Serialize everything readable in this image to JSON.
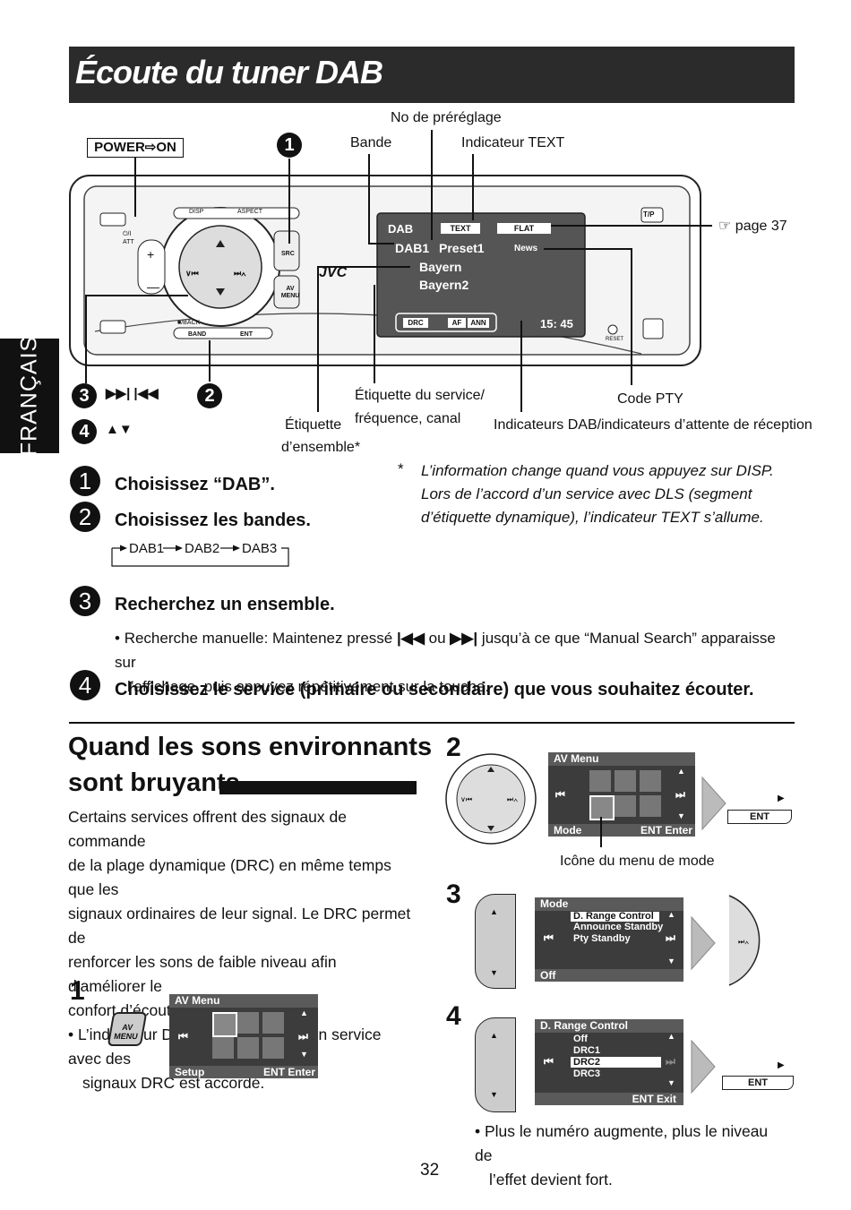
{
  "title": "Écoute du tuner DAB",
  "side_tab": "FRANÇAIS",
  "diagram": {
    "power_label": "POWER⇨ON",
    "labels": {
      "no_preset": "No de préréglage",
      "band": "Bande",
      "text_ind": "Indicateur TEXT",
      "page_ref": "☞ page 37",
      "service_label": "Étiquette du service/",
      "service_label2": "fréquence, canal",
      "code_pty": "Code PTY",
      "ensemble": "Étiquette",
      "ensemble2": "d’ensemble*",
      "dab_indicators": "Indicateurs DAB/indicateurs d’attente de réception"
    },
    "callouts": {
      "c1": "1",
      "c2": "2",
      "c3": "3",
      "c4": "4",
      "c3_icons": "▶▶| |◀◀",
      "c4_icons": "▲▼"
    },
    "unit": {
      "disp": "DISP",
      "aspect": "ASPECT",
      "src": "SRC",
      "av_menu": "AV MENU",
      "att": "⏻/I ATT",
      "back": "■/BACK",
      "band": "BAND",
      "ent": "ENT",
      "tp": "T/P",
      "reset": "RESET",
      "brand": "JVC",
      "prev": "∨⏮",
      "next": "⏭∧"
    },
    "display": {
      "dab": "DAB",
      "text": "TEXT",
      "flat": "FLAT",
      "dab1": "DAB1",
      "preset": "Preset1",
      "news": "News",
      "line2": "Bayern",
      "line3": "Bayern2",
      "drc": "DRC",
      "af": "AF",
      "ann": "ANN",
      "time": "15: 45"
    }
  },
  "footnote_mark": "*",
  "footnote": "L’information change quand vous appuyez sur DISP. Lors de l’accord d’un service avec DLS (segment d’étiquette dynamique), l’indicateur TEXT s’allume.",
  "steps": {
    "s1": "Choisissez “DAB”.",
    "s2": "Choisissez les bandes.",
    "bands": [
      "DAB1",
      "DAB2",
      "DAB3"
    ],
    "s3": "Recherchez un ensemble.",
    "s3_bullet_a": "Recherche manuelle: Maintenez pressé",
    "s3_icon_prev": "|◀◀",
    "s3_ou": "ou",
    "s3_icon_next": "▶▶|",
    "s3_bullet_b": "jusqu’à ce que “Manual Search” apparaisse sur",
    "s3_bullet_c": "l’affichage, puis appuyez répétitivement sur la touche.",
    "s4": "Choisissez le service (primaire ou secondaire) que vous souhaitez écouter."
  },
  "section2": {
    "heading1": "Quand les sons environnants",
    "heading2": "sont bruyants",
    "body": [
      "Certains services offrent des signaux de commande",
      "de la plage dynamique (DRC) en même temps que les",
      "signaux ordinaires de leur signal. Le DRC permet de",
      "renforcer les sons de faible niveau afin d’améliorer le",
      "confort d’écoute."
    ],
    "bullet1": "L’indicateur DRC s’allume quand un service avec des",
    "bullet2": "signaux DRC est accordé.",
    "n1": "1",
    "n2": "2",
    "n3": "3",
    "n4": "4",
    "av_btn": "AV MENU",
    "screen1": {
      "header": "AV Menu",
      "footer_left": "Setup",
      "footer_right": "ENT Enter"
    },
    "screen2": {
      "header": "AV Menu",
      "footer_left": "Mode",
      "footer_right": "ENT Enter"
    },
    "mode_caption": "Icône du menu de mode",
    "screen3": {
      "header": "Mode",
      "items": [
        "D. Range Control",
        "Announce Standby",
        "Pty Standby"
      ],
      "footer_left": "Off"
    },
    "screen4": {
      "header": "D. Range Control",
      "items": [
        "Off",
        "DRC1",
        "DRC2",
        "DRC3"
      ],
      "footer_right": "ENT Exit"
    },
    "ent_label": "ENT",
    "final_bullet1": "Plus le numéro augmente, plus le niveau de",
    "final_bullet2": "l’effet devient fort."
  },
  "page_number": "32"
}
